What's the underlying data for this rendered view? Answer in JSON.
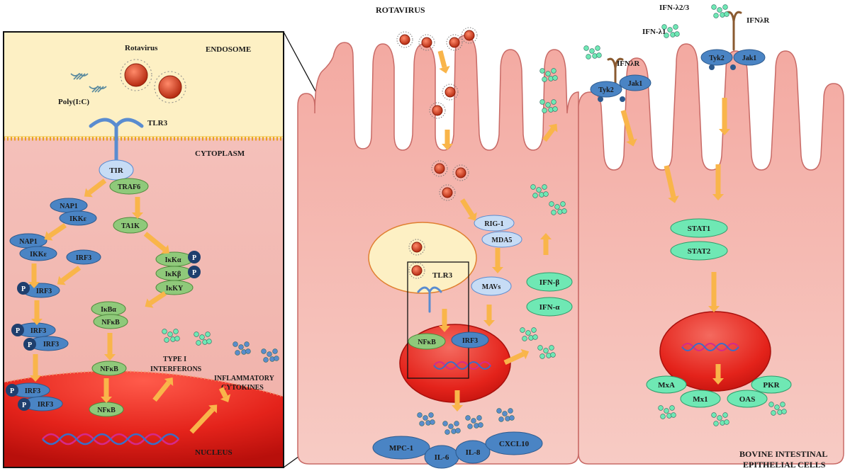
{
  "inset": {
    "endosome": "ENDOSOME",
    "cytoplasm": "CYTOPLASM",
    "nucleus": "NUCLEUS",
    "rotavirus": "Rotavirus",
    "polyic": "Poly(I:C)",
    "tlr3": "TLR3",
    "tir": "TIR",
    "traf6": "TRAF6",
    "ta1k": "TA1K",
    "nap1": "NAP1",
    "ikke": "IKKε",
    "irf3": "IRF3",
    "p": "P",
    "ikka": "IκKα",
    "ikkb": "IκKβ",
    "ikky": "IκKY",
    "ikba": "IκBα",
    "nfkb": "NFκB",
    "type_i_ifn_1": "TYPE I",
    "type_i_ifn_2": "INTERFERONS",
    "inflam_1": "INFLAMMATORY",
    "inflam_2": "CYTOKINES"
  },
  "cell1": {
    "rotavirus": "ROTAVIRUS",
    "rig1": "RIG-1",
    "mda5": "MDA5",
    "mavs": "MAVs",
    "tlr3": "TLR3",
    "nfkb": "NFκB",
    "irf3": "IRF3",
    "ifnb": "IFN-β",
    "ifna": "IFN-α",
    "mpc1": "MPC-1",
    "il6": "IL-6",
    "il8": "IL-8",
    "cxcl10": "CXCL10"
  },
  "cell2": {
    "ifnl23": "IFN-λ2/3",
    "ifnl1": "IFN-λ1",
    "ifnlr_a": "IFNλR",
    "ifnlr_b": "IFNλR",
    "tyk2": "Tyk2",
    "jak1": "Jak1",
    "stat1": "STAT1",
    "stat2": "STAT2",
    "mxa": "MxA",
    "mx1": "Mx1",
    "oas": "OAS",
    "pkr": "PKR",
    "caption_1": "BOVINE INTESTINAL",
    "caption_2": "EPITHELIAL CELLS"
  },
  "colors": {
    "endosome_fill": "#fdf0c4",
    "cytoplasm_fill": "#f6c6c0",
    "nucleus_fill": "#e8211b",
    "blue_node": "#4a84c4",
    "light_blue_node": "#c7dcf5",
    "green_node": "#8fc97a",
    "teal_node": "#6fe8b4",
    "arrow": "#f9b54a",
    "virus": "#cf3a1e"
  }
}
